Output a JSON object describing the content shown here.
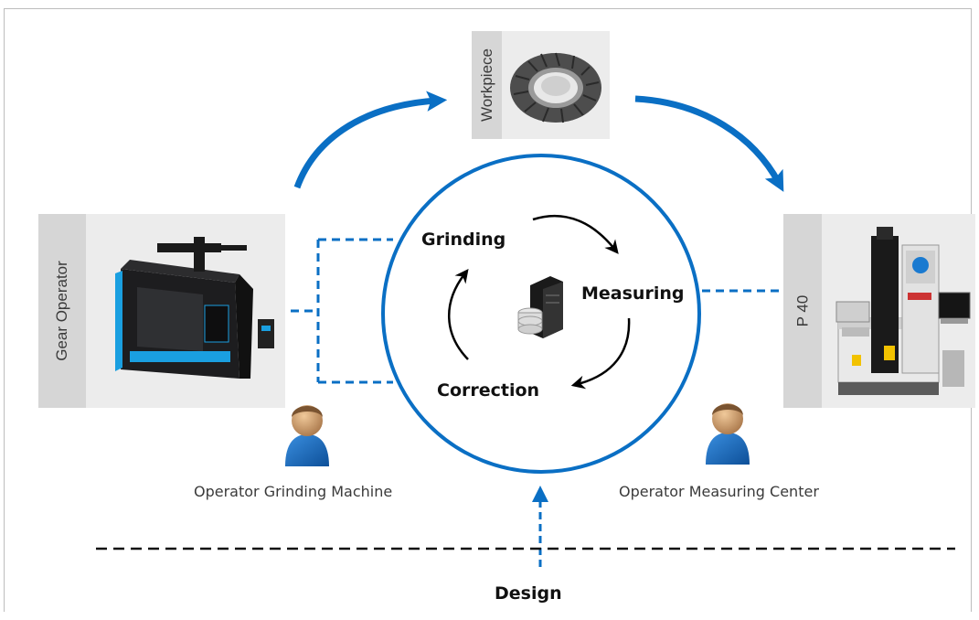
{
  "workpiece": {
    "label": "Workpiece"
  },
  "left_machine": {
    "label": "Gear Operator"
  },
  "right_machine": {
    "label": "P 40"
  },
  "cycle": {
    "grinding": "Grinding",
    "measuring": "Measuring",
    "correction": "Correction"
  },
  "operators": {
    "left": "Operator Grinding Machine",
    "right": "Operator Measuring Center"
  },
  "design": {
    "label": "Design"
  },
  "colors": {
    "accent_blue": "#0a6fc4",
    "person_blue": "#1e6fc0",
    "skin": "#c89a6a"
  }
}
